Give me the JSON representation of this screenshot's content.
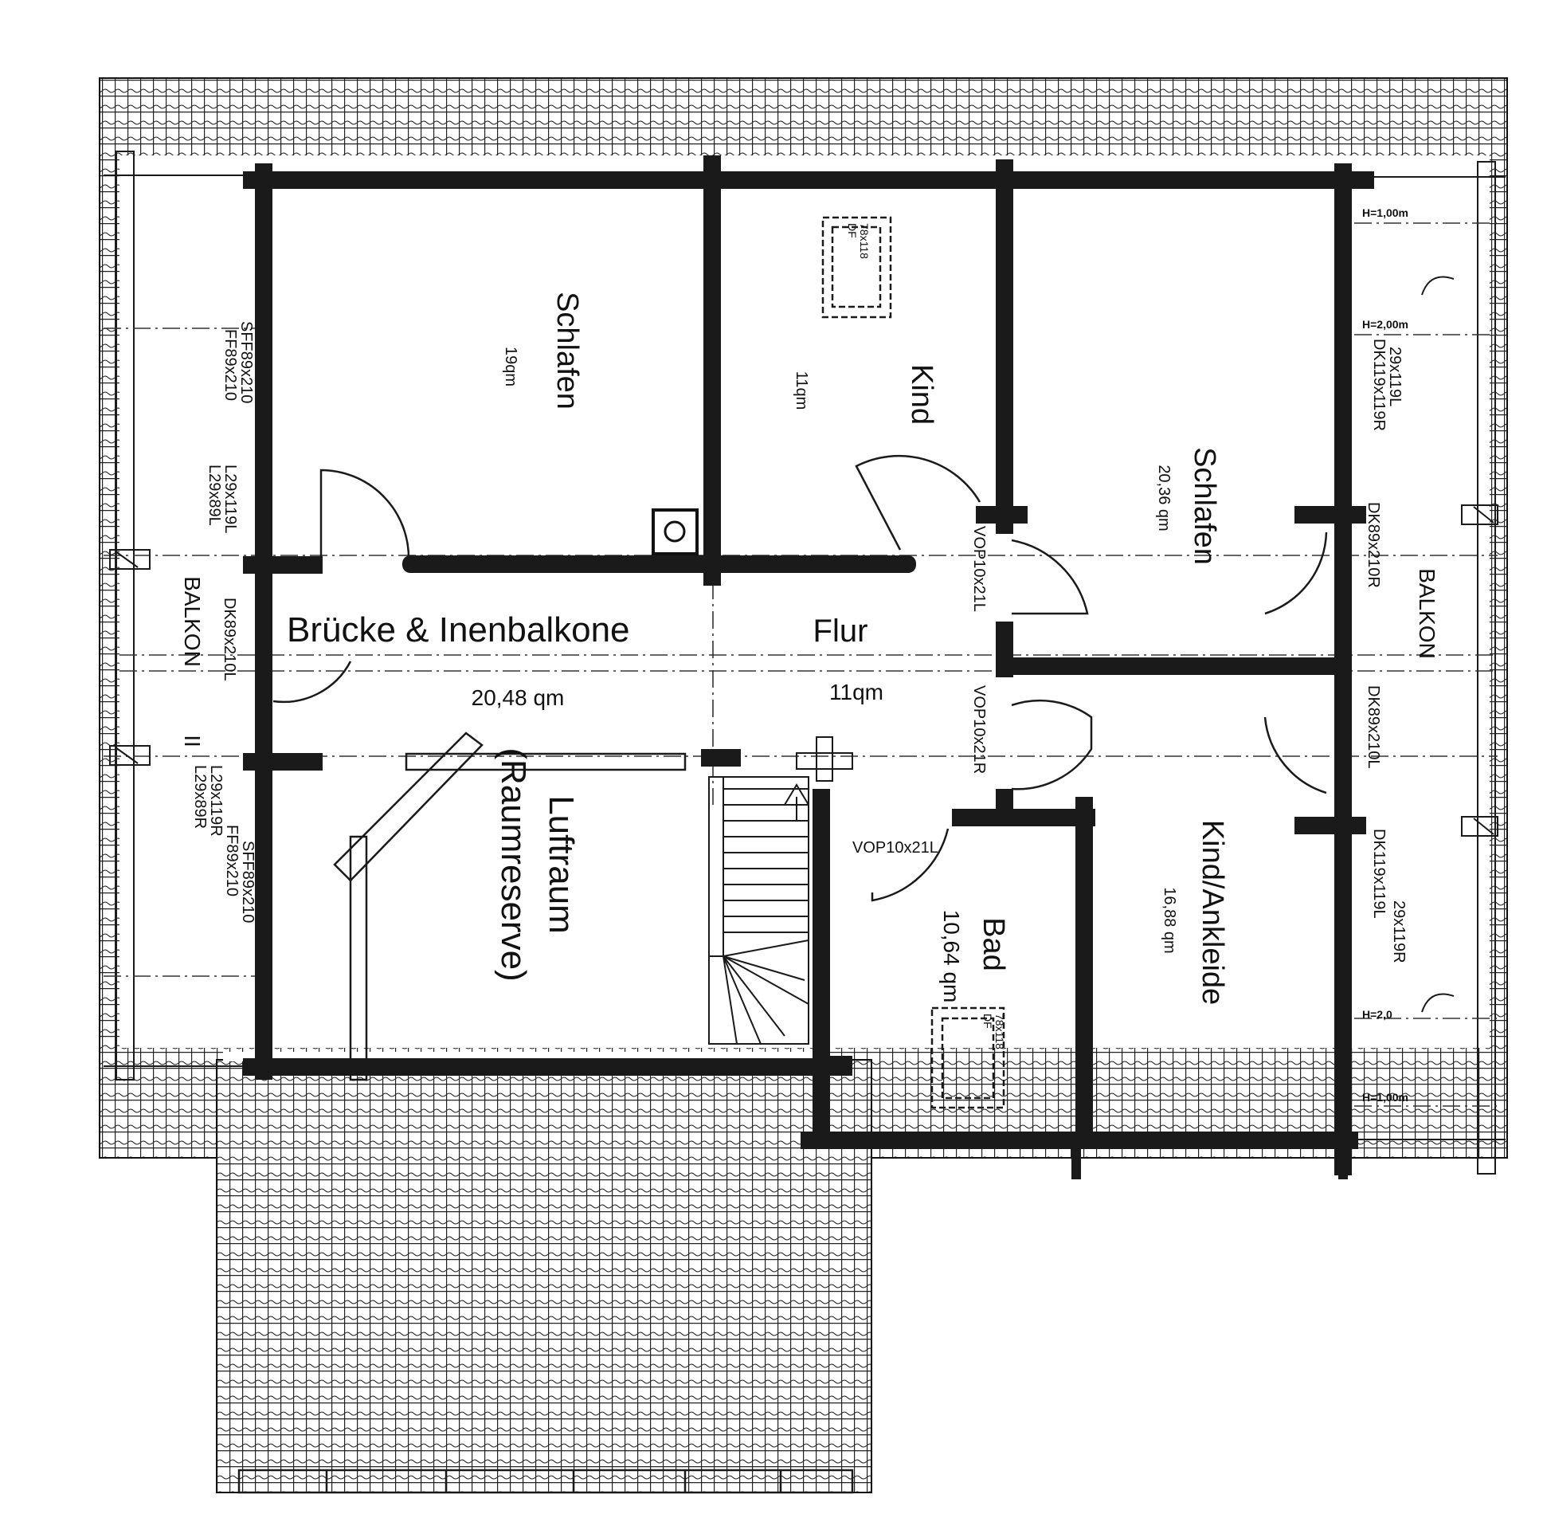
{
  "rooms": {
    "schlafen_left": {
      "name": "Schlafen",
      "area": "19qm"
    },
    "kind_top": {
      "name": "Kind",
      "area": "11qm"
    },
    "schlafen_right": {
      "name": "Schlafen",
      "area": "20,36 qm"
    },
    "bruecke": {
      "name": "Brücke & Inenbalkone",
      "area": "20,48 qm"
    },
    "flur": {
      "name": "Flur",
      "area": "11qm"
    },
    "luftraum": {
      "name": "Luftraum",
      "sub": "(Raumreserve)"
    },
    "bad": {
      "name": "Bad",
      "area": "10,64 qm"
    },
    "kind_ankleide": {
      "name": "Kind/Ankleide",
      "area": "16,88 qm"
    }
  },
  "balcony_left": "BALKON",
  "balcony_left_extra": "II",
  "balcony_right": "BALKON",
  "left_labels": {
    "top": [
      "SFF89x210",
      "FF89x210",
      "L29x119L",
      "L29x89L"
    ],
    "mid": "DK89x210L",
    "bottom": [
      "L29x119R",
      "L29x89R",
      "FF89x210",
      "SFF89x210"
    ]
  },
  "right_labels": {
    "h1_top": "H=1,00m",
    "h2_top": "H=2,00m",
    "top": [
      "29x119L",
      "DK119x119R"
    ],
    "mid1": "DK89x210R",
    "mid2": "DK89x210L",
    "bottom": [
      "DK119x119L",
      "29x119R"
    ],
    "h2_bottom": "H=2,0",
    "h1_bottom": "H=1,00m"
  },
  "doors": {
    "vop1": "VOP10x21L",
    "vop2": "VOP10x21R",
    "vop3": "VOP10x21L"
  },
  "skylights": {
    "top_label": "DF",
    "top_size": "78x118",
    "bad_label": "DF",
    "bad_size": "78x118"
  }
}
